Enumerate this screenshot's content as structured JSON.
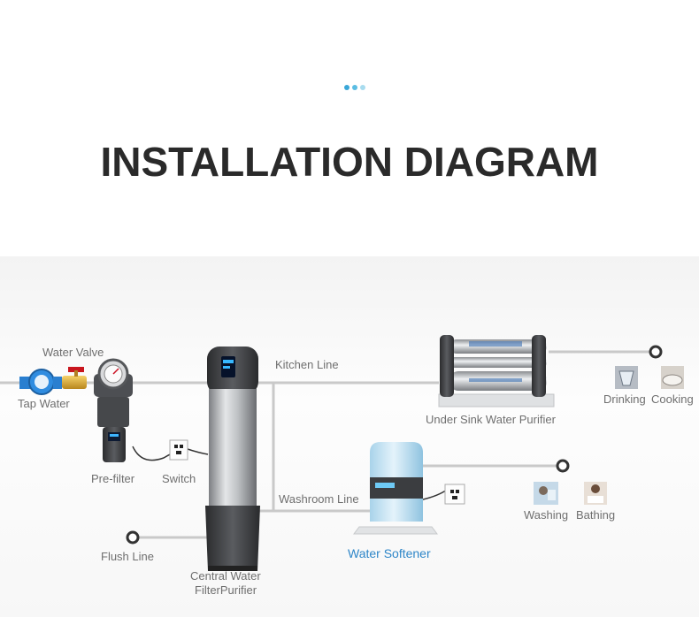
{
  "header": {
    "title": "INSTALLATION DIAGRAM",
    "dot_colors": [
      "#3aa7d8",
      "#5bbde3",
      "#a8dcef"
    ]
  },
  "colors": {
    "pipe": "#c9c9c9",
    "accent": "#2e86c8",
    "label": "#6f6f6f"
  },
  "labels": {
    "water_valve": "Water Valve",
    "tap_water": "Tap Water",
    "pre_filter": "Pre-filter",
    "switch": "Switch",
    "kitchen_line": "Kitchen Line",
    "washroom_line": "Washroom Line",
    "flush_line": "Flush Line",
    "central_purifier_line1": "Central Water",
    "central_purifier_line2": "FilterPurifier",
    "under_sink_purifier": "Under Sink Water Purifier",
    "water_softener": "Water Softener",
    "drinking": "Drinking",
    "cooking": "Cooking",
    "washing": "Washing",
    "bathing": "Bathing"
  }
}
